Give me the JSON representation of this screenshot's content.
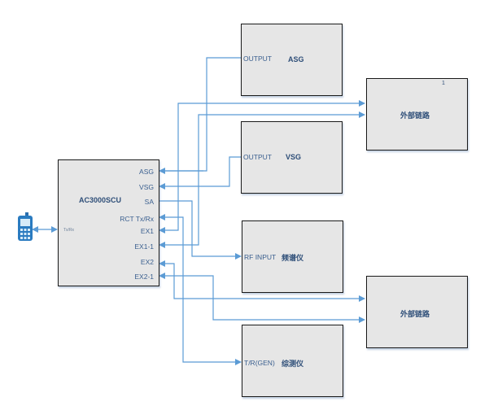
{
  "diagram": {
    "controller": {
      "title": "AC3000SCU",
      "left_port": "Tx/Rx",
      "ports": [
        "ASG",
        "VSG",
        "SA",
        "RCT Tx/Rx",
        "EX1",
        "EX1-1",
        "EX2",
        "EX2-1"
      ]
    },
    "asg": {
      "title": "ASG",
      "port": "OUTPUT"
    },
    "vsg": {
      "title": "VSG",
      "port": "OUTPUT"
    },
    "spectrum": {
      "title": "频谱仪",
      "port": "RF INPUT"
    },
    "tester": {
      "title": "综测仪",
      "port": "T/R(GEN)"
    },
    "external1": {
      "title": "外部链路",
      "marker": "1"
    },
    "external2": {
      "title": "外部链路"
    },
    "phone": {
      "icon": "mobile-phone-icon"
    },
    "colors": {
      "wire": "#5b9bd5",
      "box_fill": "#e6e6e6",
      "text": "#2e4e78"
    }
  }
}
